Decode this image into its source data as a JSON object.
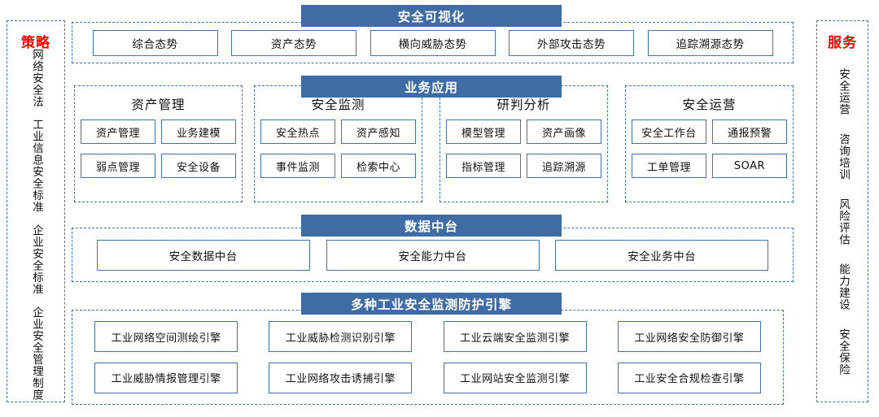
{
  "pillars": {
    "left": {
      "title": "策略",
      "items": [
        "网络安全法",
        "工业信息安全标准",
        "企业安全标准",
        "企业安全管理制度"
      ]
    },
    "right": {
      "title": "服务",
      "items": [
        "安全运营",
        "咨询培训",
        "风险评估",
        "能力建设",
        "安全保险"
      ]
    }
  },
  "colors": {
    "band_header": "#3f6ca4",
    "outline": "#4472a8",
    "pillar_title": "#ff0000",
    "background": "#ffffff"
  },
  "visualization": {
    "title": "安全可视化",
    "items": [
      "综合态势",
      "资产态势",
      "横向威胁态势",
      "外部攻击态势",
      "追踪溯源态势"
    ]
  },
  "business": {
    "title": "业务应用",
    "groups": [
      {
        "title": "资产管理",
        "items": [
          "资产管理",
          "业务建模",
          "弱点管理",
          "安全设备"
        ]
      },
      {
        "title": "安全监测",
        "items": [
          "安全热点",
          "资产感知",
          "事件监测",
          "检索中心"
        ]
      },
      {
        "title": "研判分析",
        "items": [
          "模型管理",
          "资产画像",
          "指标管理",
          "追踪溯源"
        ]
      },
      {
        "title": "安全运营",
        "items": [
          "安全工作台",
          "通报预警",
          "工单管理",
          "SOAR"
        ]
      }
    ]
  },
  "data_platform": {
    "title": "数据中台",
    "items": [
      "安全数据中台",
      "安全能力中台",
      "安全业务中台"
    ]
  },
  "engines": {
    "title": "多种工业安全监测防护引擎",
    "items": [
      "工业网络空间测绘引擎",
      "工业威胁检测识别引擎",
      "工业云端安全监测引擎",
      "工业网络安全防御引擎",
      "工业威胁情报管理引擎",
      "工业网络攻击诱捕引擎",
      "工业网站安全监测引擎",
      "工业安全合规检查引擎"
    ]
  }
}
